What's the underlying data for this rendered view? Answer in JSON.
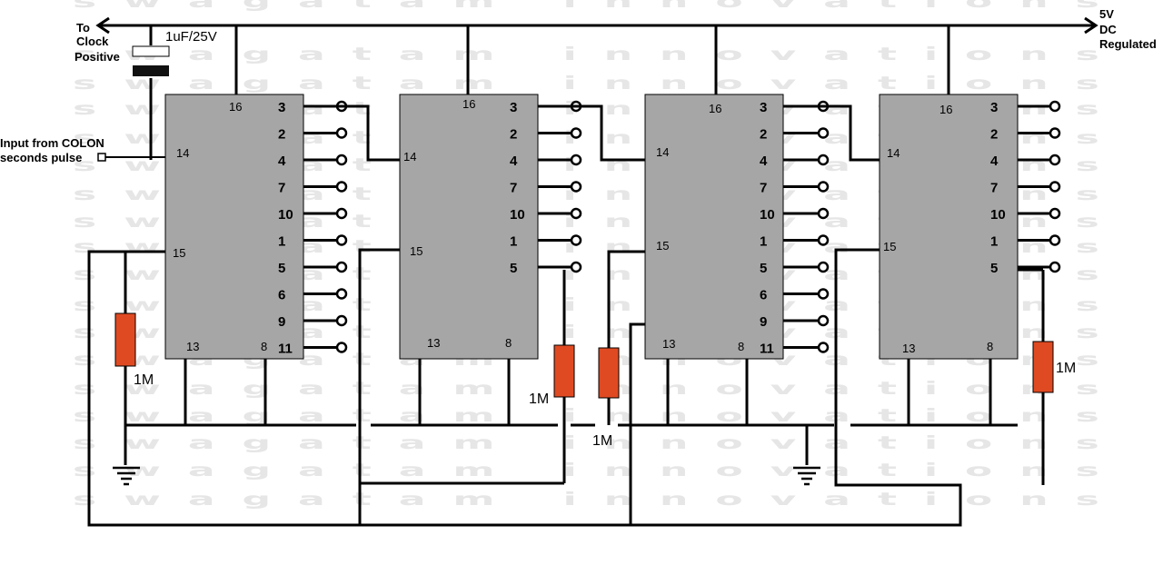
{
  "watermark": "swagatam innovations",
  "labels": {
    "to_clock_line1": "To",
    "to_clock_line2": "Clock",
    "to_clock_line3": "Positive",
    "capacitor": "1uF/25V",
    "supply_line1": "5V",
    "supply_line2": "DC",
    "supply_line3": "Regulated",
    "input_line1": "Input from COLON",
    "input_line2": "seconds pulse"
  },
  "ic_pins": {
    "vdd": "16",
    "clock": "14",
    "reset": "15",
    "enable": "13",
    "vss": "8"
  },
  "ics": [
    {
      "outputs": [
        "3",
        "2",
        "4",
        "7",
        "10",
        "1",
        "5",
        "6",
        "9",
        "11"
      ]
    },
    {
      "outputs": [
        "3",
        "2",
        "4",
        "7",
        "10",
        "1",
        "5"
      ]
    },
    {
      "outputs": [
        "3",
        "2",
        "4",
        "7",
        "10",
        "1",
        "5",
        "6",
        "9",
        "11"
      ]
    },
    {
      "outputs": [
        "3",
        "2",
        "4",
        "7",
        "10",
        "1",
        "5"
      ]
    }
  ],
  "resistors": [
    "1M",
    "1M",
    "1M",
    "1M"
  ],
  "colors": {
    "ic_body": "#a6a6a6",
    "resistor": "#e04a22",
    "wire": "#000000",
    "watermark": "#e6e6e6"
  }
}
